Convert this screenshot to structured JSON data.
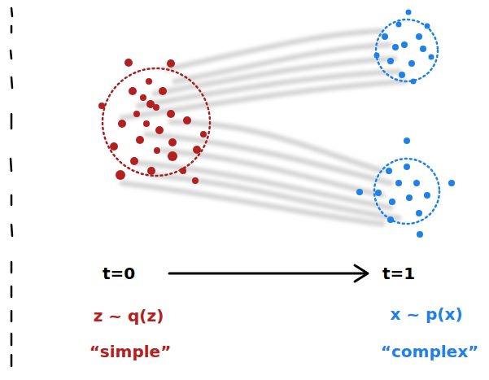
{
  "diagram": {
    "labels": [
      "t=0",
      "t=1",
      "z ~ q(z)",
      "“simple”",
      "x ~ p(x)",
      "“complex”"
    ]
  }
}
